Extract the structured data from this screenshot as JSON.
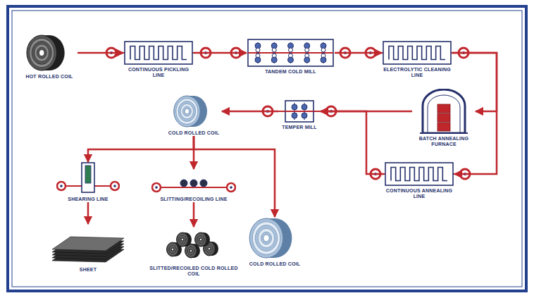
{
  "diagram": {
    "nodes": [
      {
        "text": [
          "HOT ROLLED COIL"
        ]
      },
      {
        "text": [
          "CONTINUOUS PICKLING LINE"
        ]
      },
      {
        "text": [
          "TANDEM COLD MILL"
        ]
      },
      {
        "text": [
          "ELECTROLYTIC CLEANING LINE"
        ]
      },
      {
        "text": [
          "COLD ROLLED COIL"
        ]
      },
      {
        "text": [
          "TEMPER MILL"
        ]
      },
      {
        "text": [
          "BATCH ANNEALING FURNACE"
        ]
      },
      {
        "text": [
          "CONTINUOUS ANNEALING LINE"
        ]
      },
      {
        "text": [
          "SHEARING LINE"
        ]
      },
      {
        "text": [
          "SLITTING/RECOILING LINE"
        ]
      },
      {
        "text": [
          "SHEET"
        ]
      },
      {
        "text": [
          "SLITTED/RECOILED COLD ROLLED COIL"
        ]
      },
      {
        "text": [
          "COLD ROLLED COIL"
        ]
      }
    ],
    "edges": [
      {
        "from": 0,
        "to": 1,
        "arrow": "to"
      },
      {
        "from": 1,
        "to": 2,
        "arrow": "to"
      },
      {
        "from": 2,
        "to": 3,
        "arrow": "to"
      },
      {
        "from": 3,
        "to": 6,
        "arrow": "to"
      },
      {
        "from": 3,
        "to": 7,
        "arrow": "to"
      },
      {
        "from": 6,
        "to": 5,
        "arrow": "to"
      },
      {
        "from": 7,
        "to": 5,
        "arrow": "to"
      },
      {
        "from": 5,
        "to": 4,
        "arrow": "to"
      },
      {
        "from": 4,
        "to": 8,
        "arrow": "to"
      },
      {
        "from": 4,
        "to": 9,
        "arrow": "to"
      },
      {
        "from": 4,
        "to": 12,
        "arrow": "to"
      },
      {
        "from": 8,
        "to": 10,
        "arrow": "to"
      },
      {
        "from": 9,
        "to": 11,
        "arrow": "to"
      }
    ]
  }
}
